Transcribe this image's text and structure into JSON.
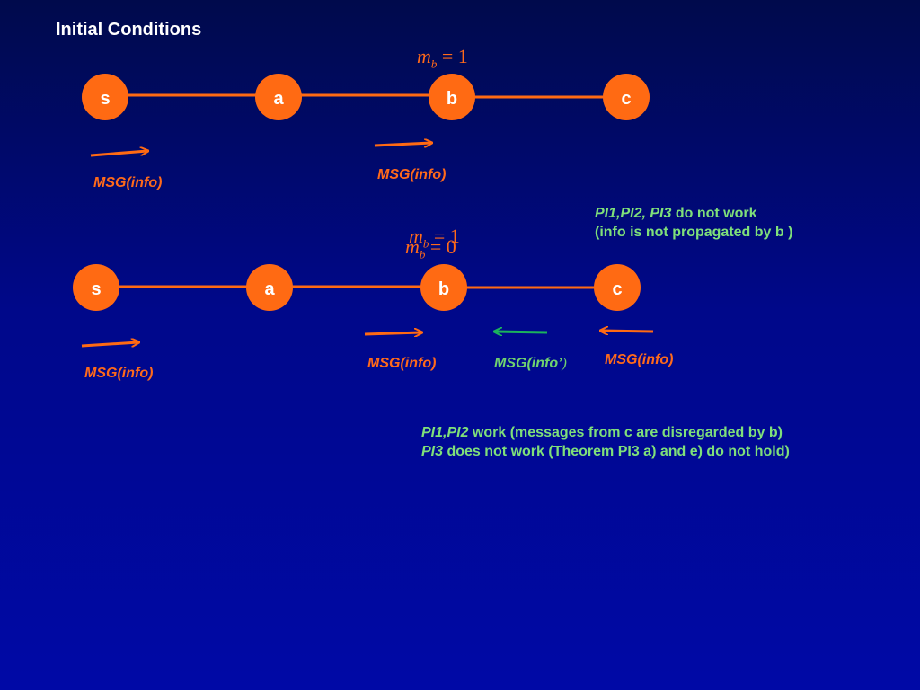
{
  "title": "Initial Conditions",
  "colors": {
    "node": "#ff6a13",
    "edge": "#ff6a13",
    "arrow_orange": "#ff6a13",
    "arrow_green": "#1bb35c",
    "note_text": "#7fe07a",
    "background_top": "#000a4c",
    "background_bottom": "#0009a6"
  },
  "top": {
    "nodes": [
      "s",
      "a",
      "b",
      "c"
    ],
    "m_var": "m",
    "m_sub": "b",
    "m_eq": "= 1",
    "msg_1": "MSG(info)",
    "msg_2": "MSG(info)"
  },
  "bottom": {
    "nodes": [
      "s",
      "a",
      "b",
      "c"
    ],
    "m_var": "m",
    "m_sub": "b",
    "m_eq_1": "= 1",
    "m_eq_0": "= 0",
    "msg_1": "MSG(info)",
    "msg_2": "MSG(info)",
    "msg_green": "MSG(info’",
    "msg_green_paren": ")",
    "msg_3": "MSG(info)"
  },
  "note_1": {
    "pi_list": "PI1,PI2, PI3",
    "rest": " do not work",
    "line2": "(info is not propagated by b )"
  },
  "note_2": {
    "pi_list": "PI1,PI2",
    "rest_1": " work (messages from c are disregarded by b)",
    "pi3": "PI3",
    "rest_2": " does not work  (Theorem PI3 a) and e) do not hold)"
  }
}
